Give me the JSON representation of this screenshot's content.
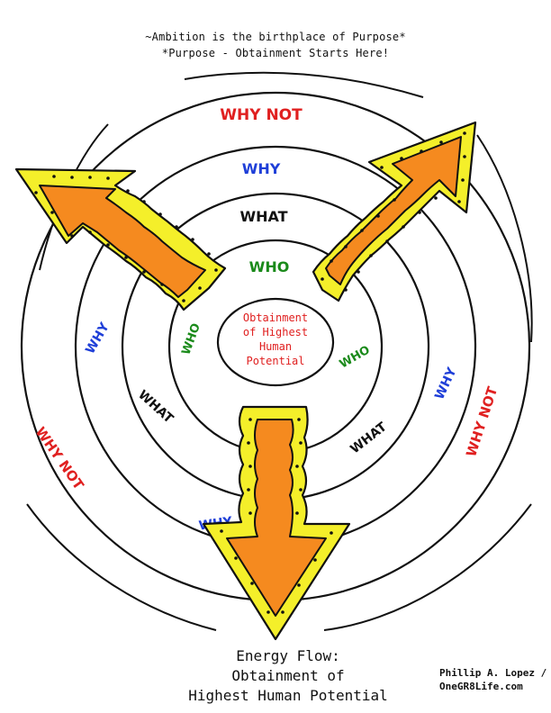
{
  "header": {
    "line1": "~Ambition is the birthplace of Purpose*",
    "line2": "*Purpose - Obtainment Starts Here!"
  },
  "center": {
    "lines": [
      "Obtainment",
      "of Highest",
      "Human",
      "Potential"
    ]
  },
  "rings": {
    "why_not": "WHY NOT",
    "why": "WHY",
    "what": "WHAT",
    "who": "WHO"
  },
  "footer": {
    "title_lines": [
      "Energy Flow:",
      "Obtainment of",
      "Highest Human Potential"
    ],
    "credit_lines": [
      "Phillip A. Lopez /",
      "OneGR8Life.com"
    ]
  },
  "colors": {
    "why_not": "#e02020",
    "why": "#1f3fd8",
    "what": "#111111",
    "who": "#1a8a1a",
    "arrow_fill": "#f58a1f",
    "arrow_border": "#f4ef2a"
  }
}
